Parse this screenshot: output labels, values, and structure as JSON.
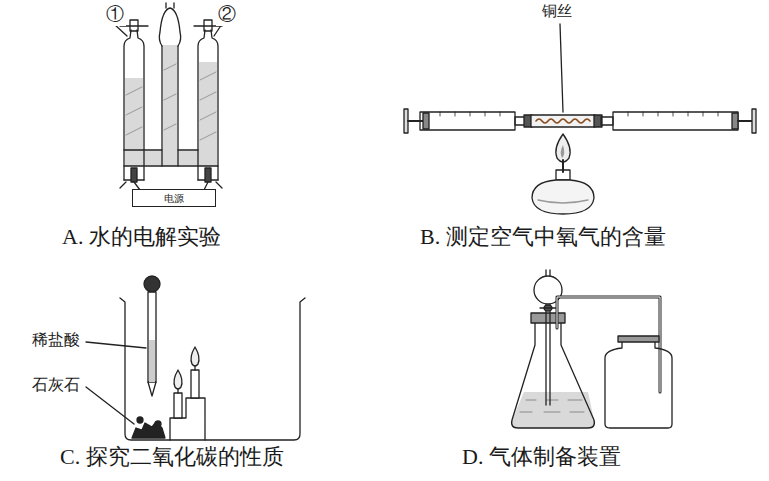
{
  "diagram": {
    "nodes": [
      {
        "text": [
          "电源"
        ]
      }
    ],
    "labels": [
      "①",
      "②",
      "A. 水的电解实验",
      "铜丝",
      "B. 测定空气中氧气的含量",
      "稀盐酸",
      "石灰石",
      "C. 探究二氧化碳的性质",
      "D. 气体制备装置"
    ]
  }
}
